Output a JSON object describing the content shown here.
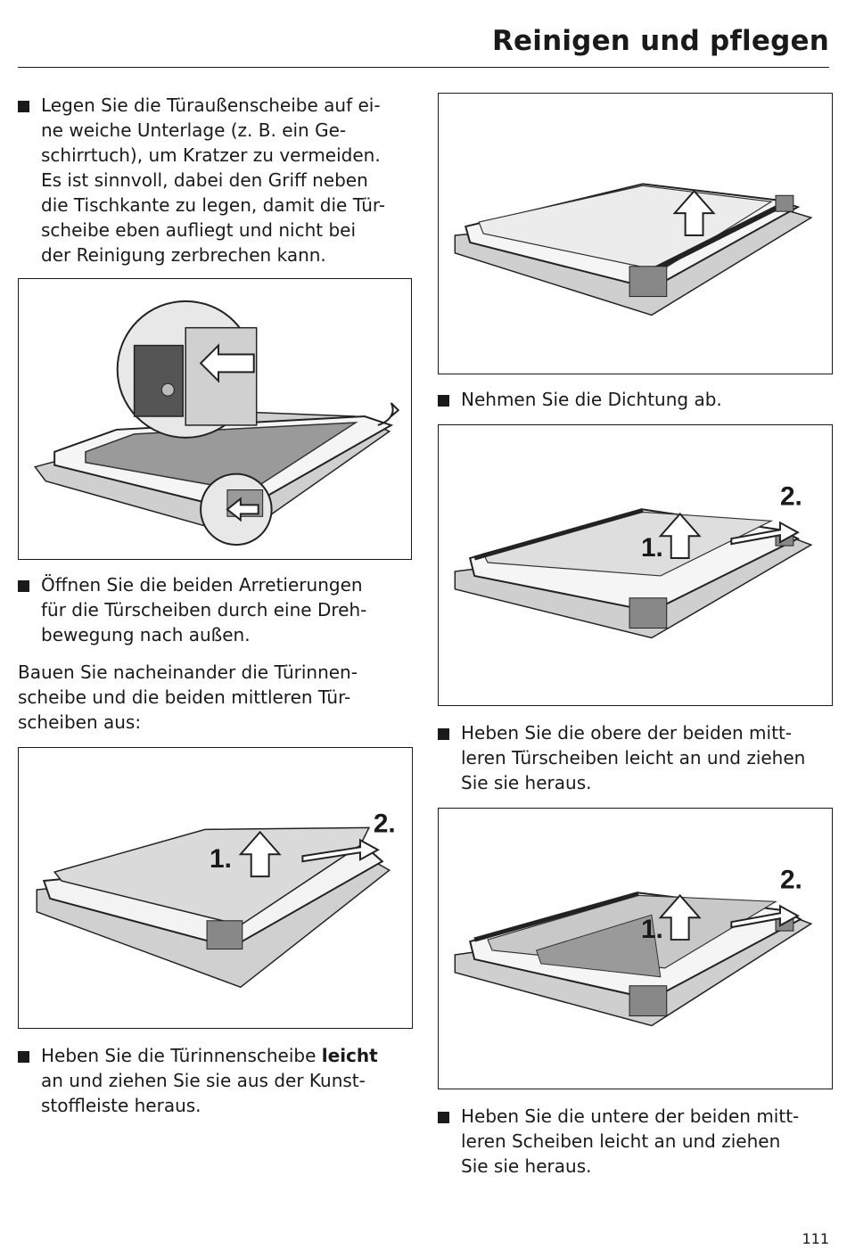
{
  "header": {
    "title": "Reinigen und pflegen"
  },
  "left": {
    "step1": "Legen Sie die Türaußenscheibe auf ei-ne weiche Unterlage (z. B. ein Ge-schirrtuch), um Kratzer zu vermeiden. Es ist sinnvoll, dabei den Griff neben die Tischkante zu legen, damit die Tür-scheibe eben aufliegt und nicht bei der Reinigung zerbrechen kann.",
    "step2": "Öffnen Sie die beiden Arretierungen für die Türscheiben durch eine Dreh-bewegung nach außen.",
    "intro": "Bauen Sie nacheinander die Türinnen-scheibe und die beiden mittleren Tür-scheiben aus:",
    "step3_pre": "Heben Sie die Türinnenscheibe ",
    "step3_bold": "leicht",
    "step3_post": " an und ziehen Sie sie aus der Kunst-stoffleiste heraus.",
    "fig_labels": {
      "one": "1.",
      "two": "2."
    }
  },
  "right": {
    "step1": "Nehmen Sie die Dichtung ab.",
    "step2": "Heben Sie die obere der beiden mitt-leren Türscheiben leicht an und ziehen Sie sie heraus.",
    "step3": "Heben Sie die untere der beiden mitt-leren Scheiben leicht an und ziehen Sie sie heraus.",
    "fig_labels": {
      "one": "1.",
      "two": "2."
    }
  },
  "footer": {
    "page_number": "111"
  }
}
